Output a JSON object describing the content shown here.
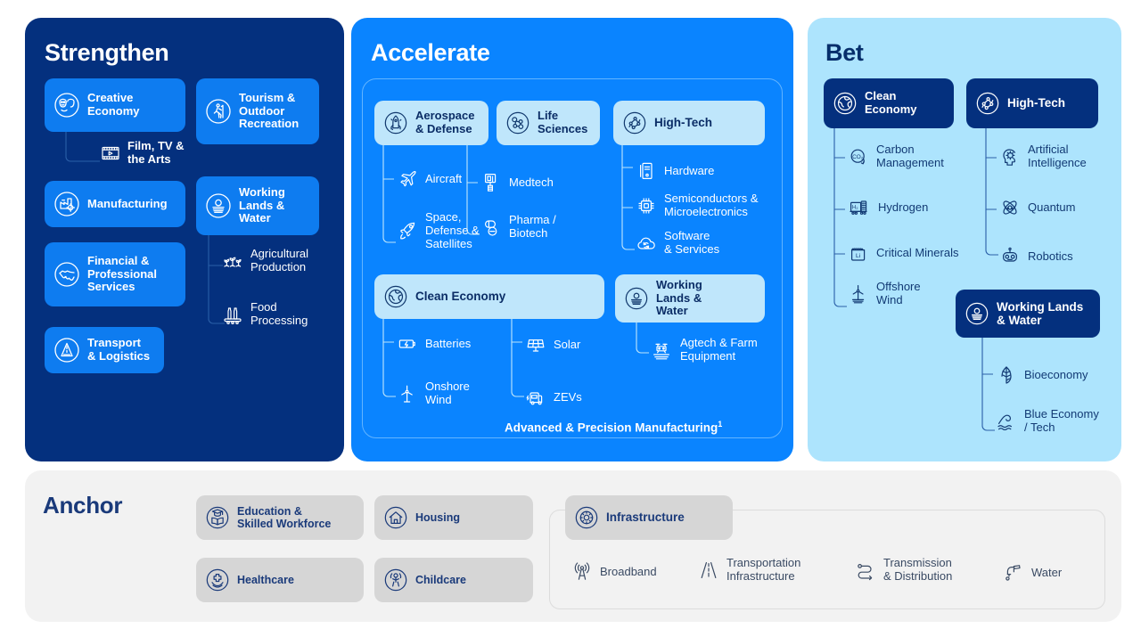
{
  "panels": {
    "strengthen": {
      "title": "Strengthen",
      "cards": [
        {
          "label": "Creative\nEconomy",
          "icon": "theater-masks-icon"
        },
        {
          "label": "Tourism &\nOutdoor\nRecreation",
          "icon": "hiker-icon"
        },
        {
          "label": "Manufacturing",
          "icon": "factory-gear-icon"
        },
        {
          "label": "Working\nLands &\nWater",
          "icon": "water-lands-icon"
        },
        {
          "label": "Financial &\nProfessional\nServices",
          "icon": "handshake-icon"
        },
        {
          "label": "Transport\n& Logistics",
          "icon": "transport-icon"
        }
      ],
      "leaves": [
        {
          "label": "Film, TV &\nthe Arts",
          "icon": "film-strip-icon"
        },
        {
          "label": "Agricultural\nProduction",
          "icon": "crops-icon"
        },
        {
          "label": "Food\nProcessing",
          "icon": "food-processing-icon"
        }
      ]
    },
    "accelerate": {
      "title": "Accelerate",
      "footnote": "Advanced & Precision Manufacturing",
      "footnote_marker": "1",
      "cards": [
        {
          "label": "Aerospace\n& Defense",
          "icon": "rocket-circle-icon"
        },
        {
          "label": "Life\nSciences",
          "icon": "molecule-icon"
        },
        {
          "label": "High-Tech",
          "icon": "network-nodes-icon"
        },
        {
          "label": "Clean Economy",
          "icon": "globe-leaf-icon"
        },
        {
          "label": "Working\nLands &\nWater",
          "icon": "water-lands-icon"
        }
      ],
      "leaves": [
        {
          "label": "Aircraft",
          "icon": "airplane-icon"
        },
        {
          "label": "Space,\nDefense &\nSatellites",
          "icon": "rocket-icon"
        },
        {
          "label": "Medtech",
          "icon": "medical-device-icon"
        },
        {
          "label": "Pharma /\nBiotech",
          "icon": "pills-icon"
        },
        {
          "label": "Hardware",
          "icon": "server-icon"
        },
        {
          "label": "Semiconductors &\nMicroelectronics",
          "icon": "chip-icon"
        },
        {
          "label": "Software\n& Services",
          "icon": "cloud-sync-icon"
        },
        {
          "label": "Batteries",
          "icon": "battery-icon"
        },
        {
          "label": "Onshore\nWind",
          "icon": "wind-turbine-icon"
        },
        {
          "label": "Solar",
          "icon": "solar-panel-icon"
        },
        {
          "label": "ZEVs",
          "icon": "ev-charging-icon"
        },
        {
          "label": "Agtech & Farm\nEquipment",
          "icon": "agtech-drone-icon"
        }
      ]
    },
    "bet": {
      "title": "Bet",
      "cards": [
        {
          "label": "Clean\nEconomy",
          "icon": "globe-leaf-icon"
        },
        {
          "label": "High-Tech",
          "icon": "network-nodes-icon"
        },
        {
          "label": "Working Lands\n& Water",
          "icon": "water-lands-icon"
        }
      ],
      "leaves": [
        {
          "label": "Carbon\nManagement",
          "icon": "co2-icon"
        },
        {
          "label": "Hydrogen",
          "icon": "hydrogen-icon"
        },
        {
          "label": "Critical Minerals",
          "icon": "lithium-icon"
        },
        {
          "label": "Offshore\nWind",
          "icon": "offshore-wind-icon"
        },
        {
          "label": "Artificial\nIntelligence",
          "icon": "ai-brain-icon"
        },
        {
          "label": "Quantum",
          "icon": "atom-icon"
        },
        {
          "label": "Robotics",
          "icon": "robot-icon"
        },
        {
          "label": "Bioeconomy",
          "icon": "leaf-icon"
        },
        {
          "label": "Blue Economy\n/ Tech",
          "icon": "wave-icon"
        }
      ]
    },
    "anchor": {
      "title": "Anchor",
      "cards": [
        {
          "label": "Education &\nSkilled Workforce",
          "icon": "graduation-book-icon"
        },
        {
          "label": "Housing",
          "icon": "house-icon"
        },
        {
          "label": "Healthcare",
          "icon": "health-cross-icon"
        },
        {
          "label": "Childcare",
          "icon": "childcare-icon"
        },
        {
          "label": "Infrastructure",
          "icon": "infrastructure-gear-icon"
        }
      ],
      "leaves": [
        {
          "label": "Broadband",
          "icon": "broadband-tower-icon"
        },
        {
          "label": "Transportation\nInfrastructure",
          "icon": "road-icon"
        },
        {
          "label": "Transmission\n& Distribution",
          "icon": "transmission-icon"
        },
        {
          "label": "Water",
          "icon": "faucet-icon"
        }
      ]
    }
  },
  "colors": {
    "navy": "#04307E",
    "blue": "#0A84FF",
    "card_blue": "#0E7CF0",
    "light_blue": "#ADE4FD",
    "card_light_blue": "#BFE6FB",
    "grey_panel": "#F2F2F2",
    "grey_card": "#D6D6D6",
    "text_navy": "#1A3A7A"
  }
}
